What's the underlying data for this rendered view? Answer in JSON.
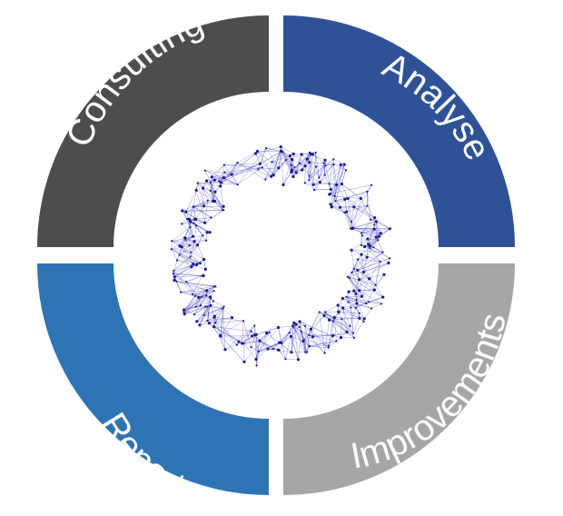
{
  "segments": [
    {
      "id": "consulting",
      "label": "Consulting",
      "color": "#4d4d4d"
    },
    {
      "id": "analyse",
      "label": "Analyse",
      "color": "#2f5296"
    },
    {
      "id": "improvements",
      "label": "Improvements",
      "color": "#a6a6a6"
    },
    {
      "id": "report",
      "label": "Report",
      "color": "#2e74b5"
    }
  ],
  "network": {
    "node_color": "#1a1a8c",
    "edge_color": "#3f3fbf"
  }
}
